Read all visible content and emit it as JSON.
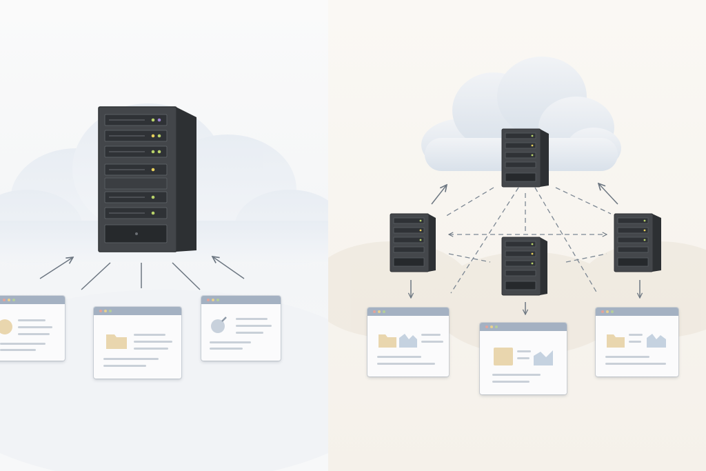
{
  "diagram": {
    "left_panel": {
      "nodes": [
        {
          "id": "central-server",
          "type": "server-tower"
        },
        {
          "id": "client-1",
          "type": "browser-window",
          "content": "circle"
        },
        {
          "id": "client-2",
          "type": "browser-window",
          "content": "folder"
        },
        {
          "id": "client-3",
          "type": "browser-window",
          "content": "pin"
        }
      ],
      "edges": [
        {
          "from": "client-1",
          "to": "central-server",
          "style": "solid"
        },
        {
          "from": "client-2",
          "to": "central-server",
          "style": "solid"
        },
        {
          "from": "client-3",
          "to": "central-server",
          "style": "solid"
        }
      ]
    },
    "right_panel": {
      "nodes": [
        {
          "id": "cloud",
          "type": "cloud"
        },
        {
          "id": "cloud-server",
          "type": "server"
        },
        {
          "id": "server-left",
          "type": "server"
        },
        {
          "id": "server-middle",
          "type": "server"
        },
        {
          "id": "server-right",
          "type": "server"
        },
        {
          "id": "client-a",
          "type": "browser-window"
        },
        {
          "id": "client-b",
          "type": "browser-window"
        },
        {
          "id": "client-c",
          "type": "browser-window"
        }
      ],
      "edges": [
        {
          "from": "server-left",
          "to": "cloud",
          "style": "solid"
        },
        {
          "from": "server-right",
          "to": "cloud",
          "style": "solid"
        },
        {
          "from": "cloud-server",
          "to": "server-left",
          "style": "dashed"
        },
        {
          "from": "cloud-server",
          "to": "server-middle",
          "style": "dashed"
        },
        {
          "from": "cloud-server",
          "to": "server-right",
          "style": "dashed"
        },
        {
          "from": "server-left",
          "to": "server-right",
          "style": "dashed"
        },
        {
          "from": "server-left",
          "to": "client-a",
          "style": "solid"
        },
        {
          "from": "server-middle",
          "to": "client-b",
          "style": "solid"
        },
        {
          "from": "server-right",
          "to": "client-c",
          "style": "solid"
        }
      ]
    },
    "colors": {
      "server_dark": "#3f4246",
      "server_side": "#2d3033",
      "window_bar": "#a4b1c2",
      "arrow": "#6c7681",
      "cloud": "#e6ebf1",
      "accent_tan": "#e9d6ae",
      "accent_blue": "#c5d2e0",
      "led_green": "#b9d36a",
      "led_yellow": "#e8d05b",
      "led_purple": "#9a7fd0"
    }
  }
}
